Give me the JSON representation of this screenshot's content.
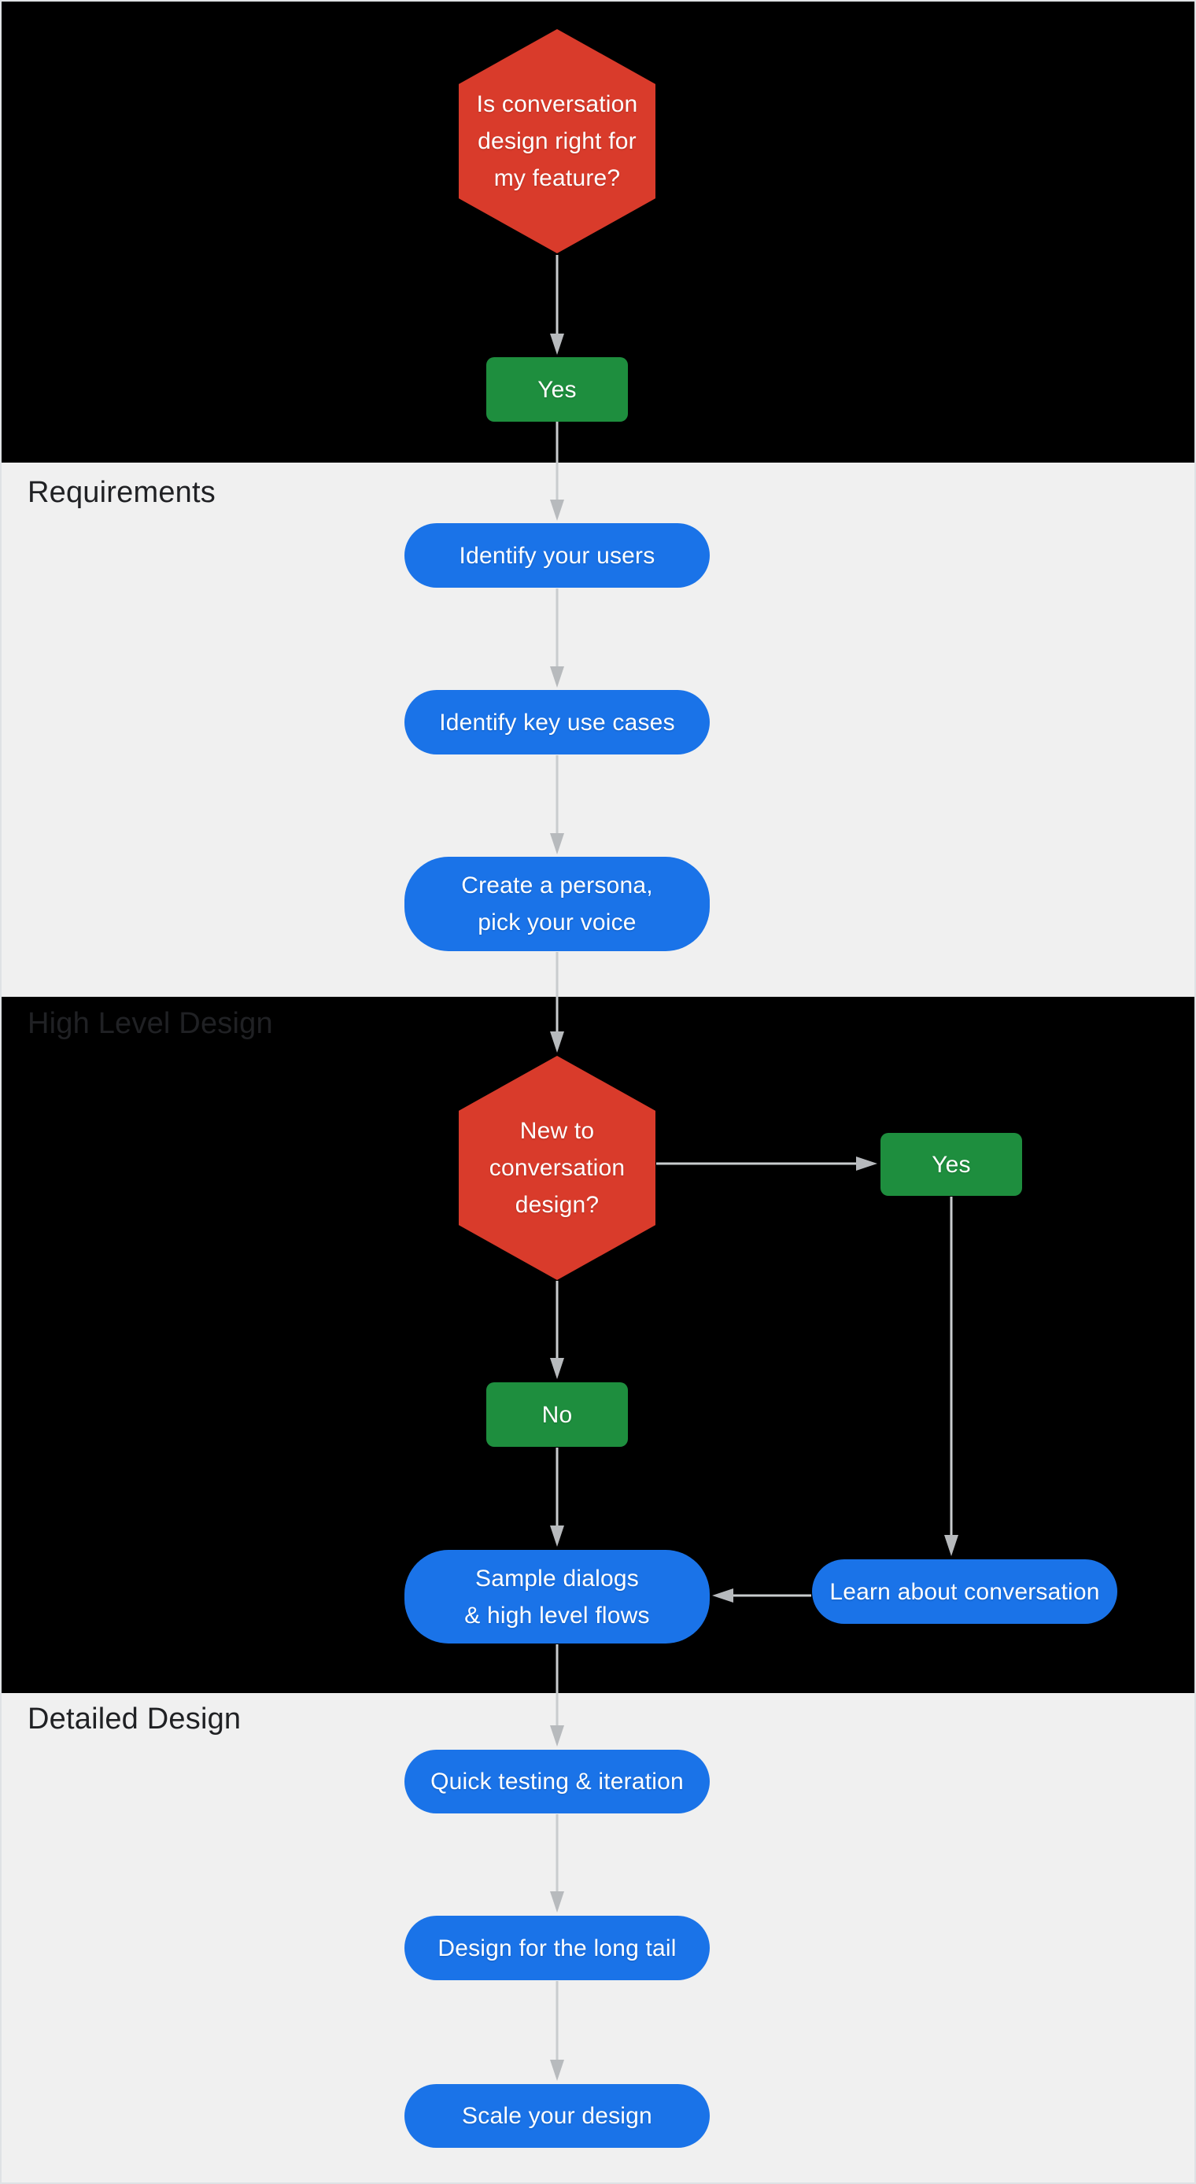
{
  "colors": {
    "section_dark_bg": "#000000",
    "section_light_bg": "#f0f0f0",
    "decision_red": "#d93b2b",
    "answer_green": "#1e8e3e",
    "process_blue": "#1a73e8",
    "arrow_gray": "#c9ccce",
    "section_label_text": "#202124",
    "node_text": "#ffffff"
  },
  "sections": {
    "requirements": {
      "label": "Requirements"
    },
    "high_level_design": {
      "label": "High Level Design"
    },
    "detailed_design": {
      "label": "Detailed Design"
    }
  },
  "nodes": {
    "decision_fit": {
      "label": "Is conversation\ndesign right for\nmy feature?"
    },
    "answer_yes_1": {
      "label": "Yes"
    },
    "identify_users": {
      "label": "Identify your users"
    },
    "identify_use_cases": {
      "label": "Identify key use cases"
    },
    "create_persona": {
      "label": "Create a persona,\npick your voice"
    },
    "decision_new": {
      "label": "New to\nconversation\ndesign?"
    },
    "answer_yes_2": {
      "label": "Yes"
    },
    "answer_no": {
      "label": "No"
    },
    "sample_dialogs": {
      "label": "Sample dialogs\n& high level flows"
    },
    "learn_conversation": {
      "label": "Learn about conversation"
    },
    "quick_testing": {
      "label": "Quick testing & iteration"
    },
    "design_long_tail": {
      "label": "Design for the long tail"
    },
    "scale_design": {
      "label": "Scale your design"
    }
  }
}
